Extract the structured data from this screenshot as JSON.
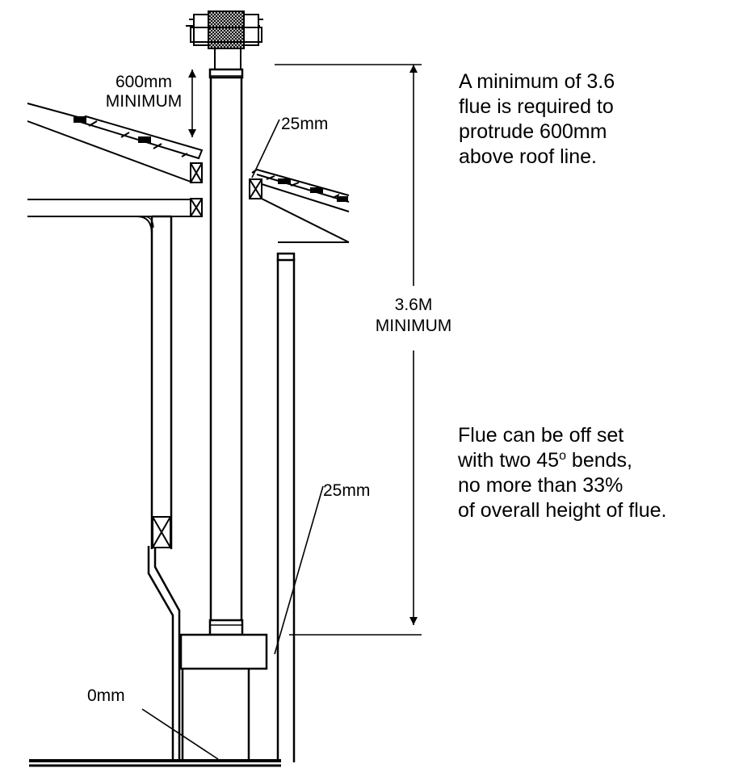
{
  "labels": {
    "top_clearance_value": "600mm",
    "top_clearance_word": "MINIMUM",
    "roof_gap": "25mm",
    "height_value": "3.6M",
    "height_word": "MINIMUM",
    "wall_gap": "25mm",
    "floor_gap": "0mm"
  },
  "notes": {
    "top": [
      "A minimum of 3.6",
      "flue is required to",
      "protrude 600mm",
      "above roof line."
    ],
    "bottom": {
      "line1": "Flue can be off set",
      "line2_before": "with two 45",
      "line2_sup": "o",
      "line2_after": " bends,",
      "line3": "no more than 33%",
      "line4": "of overall height of flue."
    }
  }
}
